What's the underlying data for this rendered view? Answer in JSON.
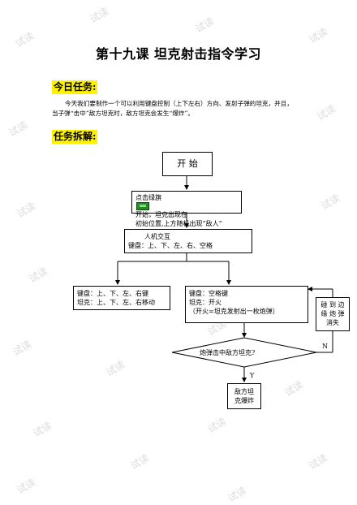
{
  "title": "第十九课  坦克射击指令学习",
  "today": {
    "heading": "今日任务:",
    "line1": "今天我们要制作一个可以利用键盘控制（上下左右）方向、发射子弹的坦克，并且，",
    "line2": "当子弹“击中”敌方坦克时，敌方坦克会发生“爆炸”。"
  },
  "breakdown_heading": "任务拆解:",
  "flow": {
    "start": "开  始",
    "step1_a": "点击绿旗",
    "step1_b": "开始，坦克出现在",
    "step1_c": "初始位置,上方随机出现“敌人”",
    "step2_a": "人机交互",
    "step2_b": "键盘：上、下、左、右、空格",
    "left_a": "键盘：上、下、左、右键",
    "left_b": "坦克：上、下、左、右移动",
    "right_a": "键盘：空格键",
    "right_b": "坦克：开火",
    "right_c": "（开火=坦克发射出一枚炮弹）",
    "side_a": "碰 到 边",
    "side_b": "缘 炮 弹",
    "side_c": "消失",
    "decision": "炮弹击中敌方坦克?",
    "no": "N",
    "yes": "Y",
    "end_a": "敌方坦",
    "end_b": "克爆炸"
  },
  "watermark": "试读"
}
